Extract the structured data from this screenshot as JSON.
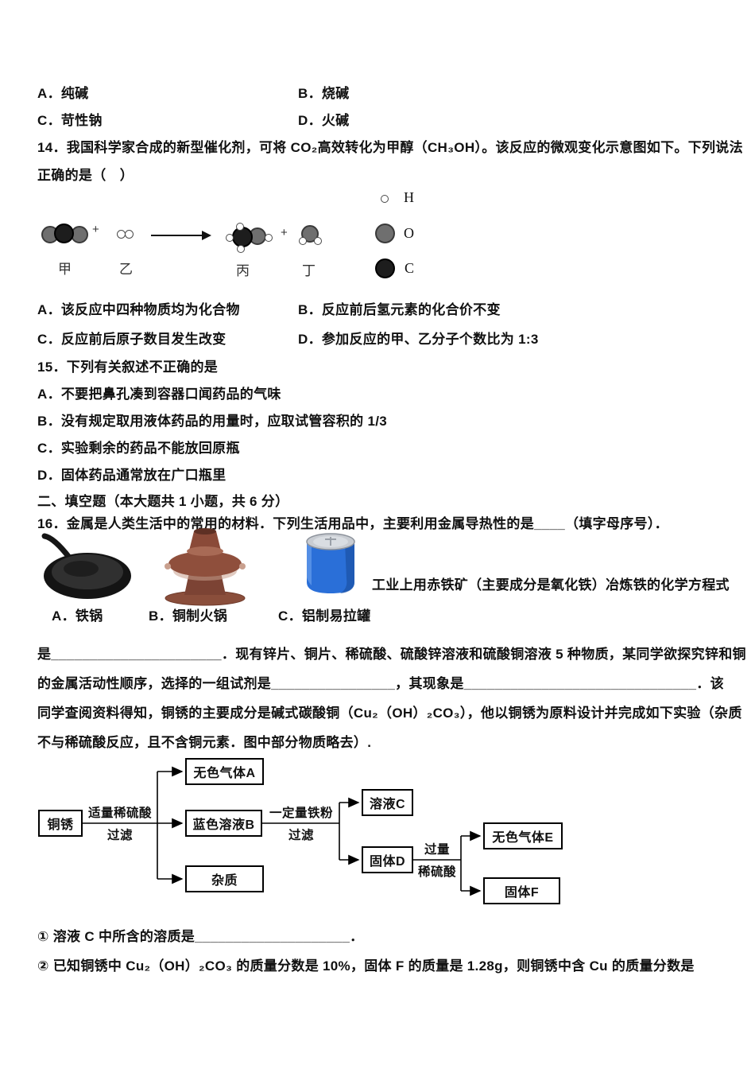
{
  "q13_options": {
    "a": "A．纯碱",
    "b": "B．烧碱",
    "c": "C．苛性钠",
    "d": "D．火碱"
  },
  "q14": {
    "stem1": "14．我国科学家合成的新型催化剂，可将 CO₂高效转化为甲醇（CH₃OH）。该反应的微观变化示意图如下。下列说法",
    "stem2": "正确的是（　）",
    "diagram": {
      "plus": "+",
      "label_jia": "甲",
      "label_yi": "乙",
      "label_bing": "丙",
      "label_ding": "丁",
      "legend_h": "H",
      "legend_o": "O",
      "legend_c": "C",
      "atom_colors": {
        "h": "#ffffff",
        "o": "#6f6f6f",
        "c": "#1d1d1d"
      }
    },
    "options": {
      "a": "A．该反应中四种物质均为化合物",
      "b": "B．反应前后氢元素的化合价不变",
      "c": "C．反应前后原子数目发生改变",
      "d": "D．参加反应的甲、乙分子个数比为 1:3"
    }
  },
  "q15": {
    "stem": "15．下列有关叙述不正确的是",
    "options": {
      "a": "A．不要把鼻孔凑到容器口闻药品的气味",
      "b": "B．没有规定取用液体药品的用量时，应取试管容积的 1/3",
      "c": "C．实验剩余的药品不能放回原瓶",
      "d": "D．固体药品通常放在广口瓶里"
    }
  },
  "section2_header": "二、填空题（本大题共 1 小题，共 6 分）",
  "q16": {
    "stem": "16．金属是人类生活中的常用的材料．下列生活用品中，主要利用金属导热性的是____（填字母序号）．",
    "captions": {
      "a": "A．铁锅",
      "b": "B．铜制火锅",
      "c": "C．铝制易拉罐"
    },
    "side_text": "工业上用赤铁矿（主要成分是氧化铁）冶炼铁的化学方程式",
    "para1": "是______________________．现有锌片、铜片、稀硫酸、硫酸锌溶液和硫酸铜溶液 5 种物质，某同学欲探究锌和铜",
    "para2": "的金属活动性顺序，选择的一组试剂是________________，其现象是______________________________．该",
    "para3": "同学查阅资料得知，铜锈的主要成分是碱式碳酸铜（Cu₂（OH）₂CO₃），他以铜锈为原料设计并完成如下实验（杂质",
    "para4": "不与稀硫酸反应，且不含铜元素．图中部分物质略去）.",
    "item_colors": {
      "wok": "#1c1c1c",
      "hotpot": "#8a4f3c",
      "can_body": "#2a6fd8",
      "can_top": "#c8ccd2"
    }
  },
  "flowchart": {
    "boxes": {
      "tongxiu": "铜锈",
      "gas_a": "无色气体A",
      "sol_b": "蓝色溶液B",
      "zazhi": "杂质",
      "sol_c": "溶液C",
      "solid_d": "固体D",
      "gas_e": "无色气体E",
      "solid_f": "固体F"
    },
    "labels": {
      "step1_top": "适量稀硫酸",
      "step1_bottom": "过滤",
      "step2_top": "一定量铁粉",
      "step2_bottom": "过滤",
      "step3_top": "过量",
      "step3_bottom": "稀硫酸"
    }
  },
  "sub_questions": {
    "s1": "① 溶液 C 中所含的溶质是____________________．",
    "s2": "② 已知铜锈中 Cu₂（OH）₂CO₃ 的质量分数是 10%，固体 F 的质量是 1.28g，则铜锈中含 Cu 的质量分数是"
  }
}
